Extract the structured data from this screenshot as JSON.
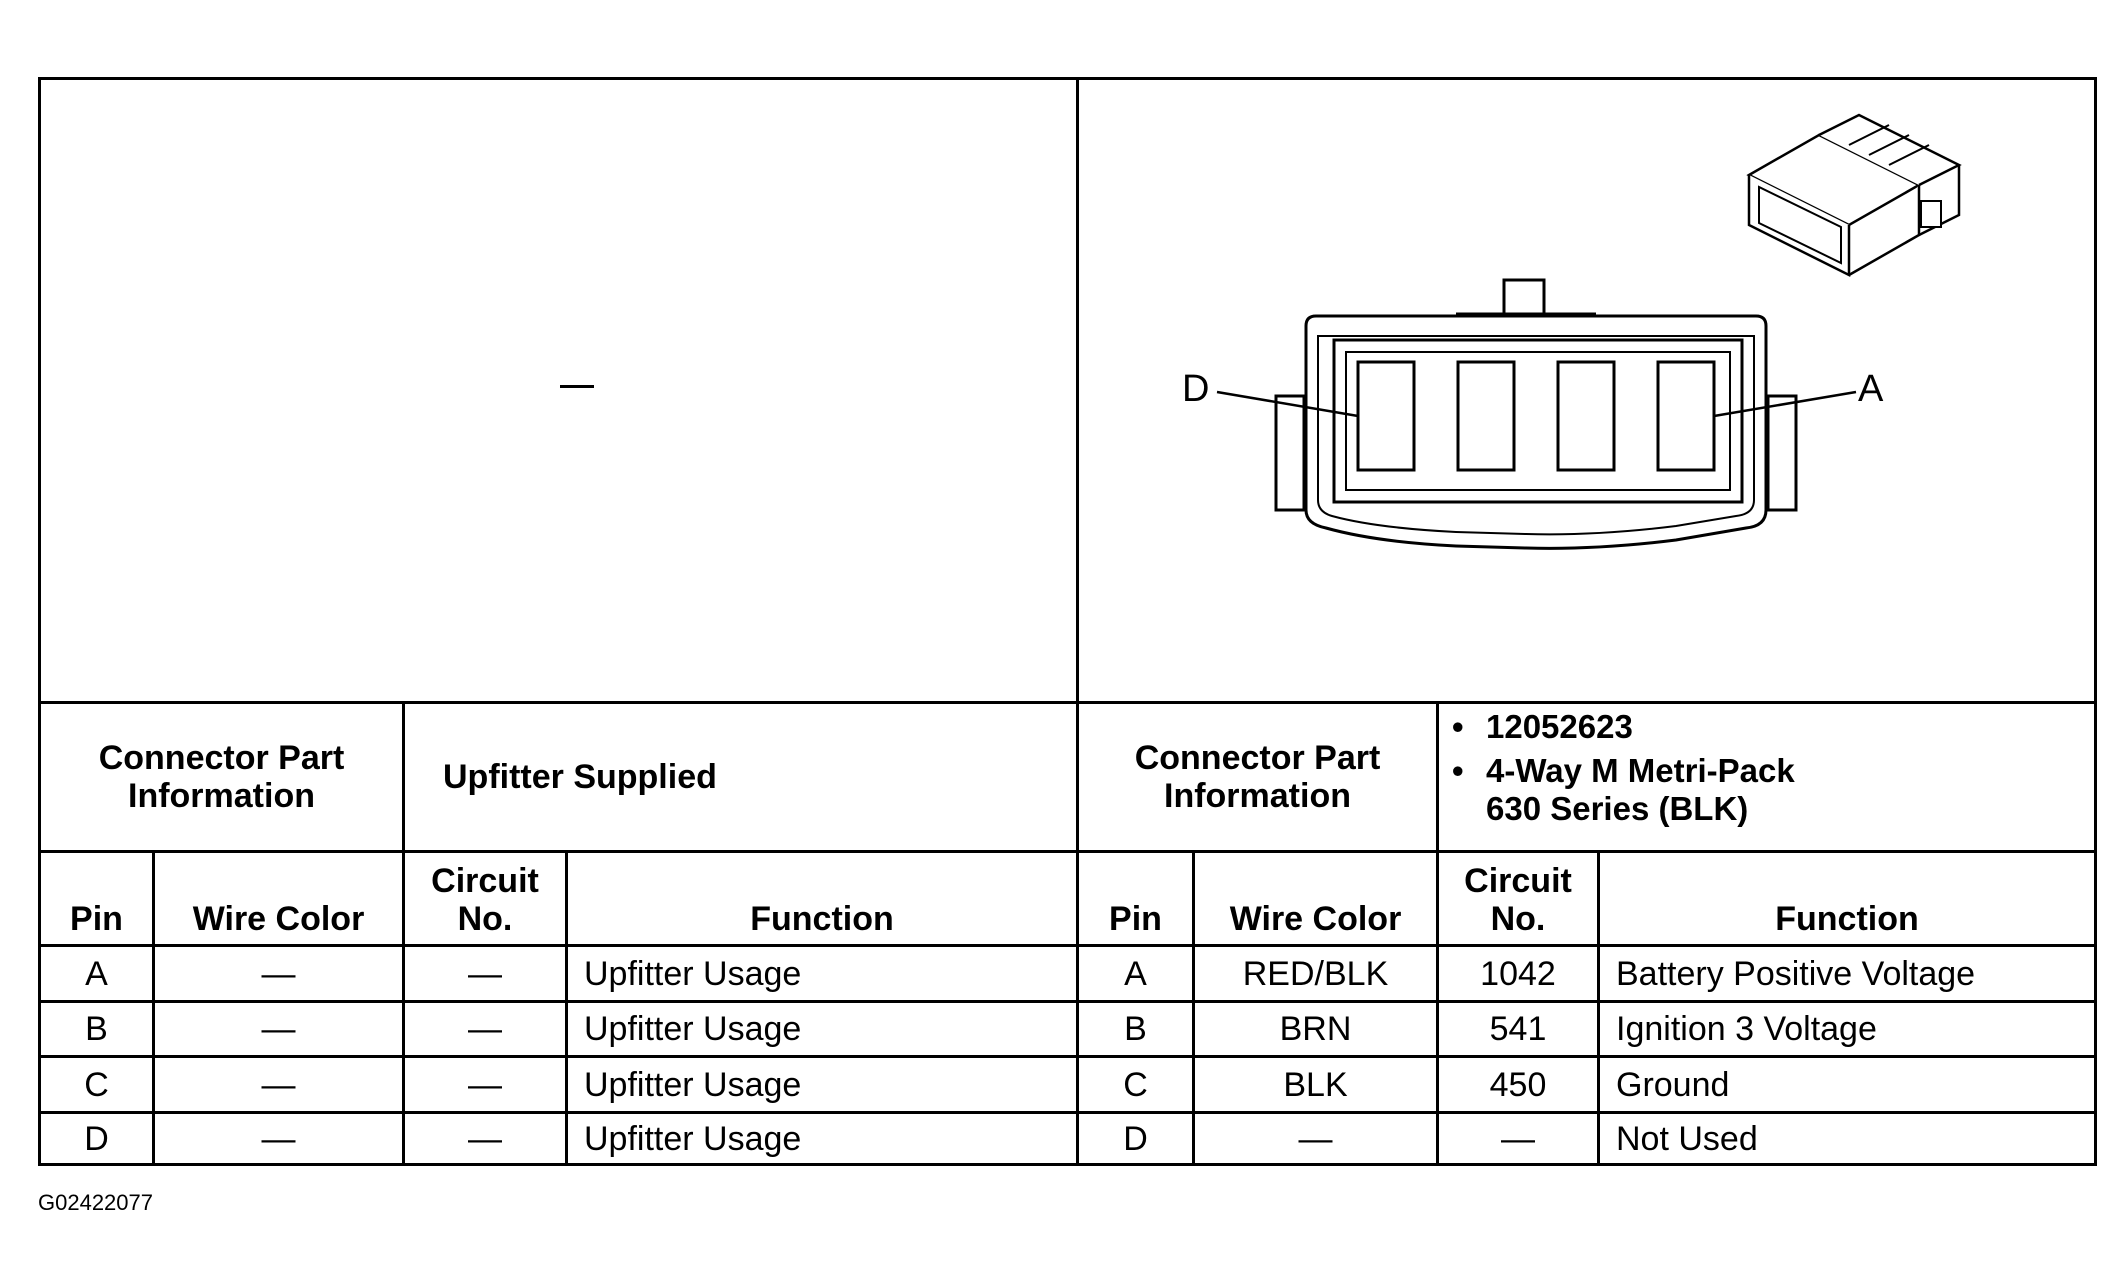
{
  "left_image_placeholder": "—",
  "pin_labels": {
    "d": "D",
    "a": "A"
  },
  "left": {
    "part_info_label": "Connector Part\nInformation",
    "part_info_value": "Upfitter Supplied",
    "headers": {
      "pin": "Pin",
      "wire_color": "Wire Color",
      "circuit": "Circuit\nNo.",
      "function": "Function"
    },
    "rows": [
      {
        "pin": "A",
        "wire": "—",
        "circuit": "—",
        "function": "Upfitter Usage"
      },
      {
        "pin": "B",
        "wire": "—",
        "circuit": "—",
        "function": "Upfitter Usage"
      },
      {
        "pin": "C",
        "wire": "—",
        "circuit": "—",
        "function": "Upfitter Usage"
      },
      {
        "pin": "D",
        "wire": "—",
        "circuit": "—",
        "function": "Upfitter Usage"
      }
    ]
  },
  "right": {
    "part_info_label": "Connector Part\nInformation",
    "part_info_bullets": [
      "12052623",
      "4-Way M Metri-Pack\n630 Series (BLK)"
    ],
    "headers": {
      "pin": "Pin",
      "wire_color": "Wire Color",
      "circuit": "Circuit\nNo.",
      "function": "Function"
    },
    "rows": [
      {
        "pin": "A",
        "wire": "RED/BLK",
        "circuit": "1042",
        "function": "Battery Positive Voltage"
      },
      {
        "pin": "B",
        "wire": "BRN",
        "circuit": "541",
        "function": "Ignition 3 Voltage"
      },
      {
        "pin": "C",
        "wire": "BLK",
        "circuit": "450",
        "function": "Ground"
      },
      {
        "pin": "D",
        "wire": "—",
        "circuit": "—",
        "function": "Not Used"
      }
    ]
  },
  "figure_id": "G02422077"
}
